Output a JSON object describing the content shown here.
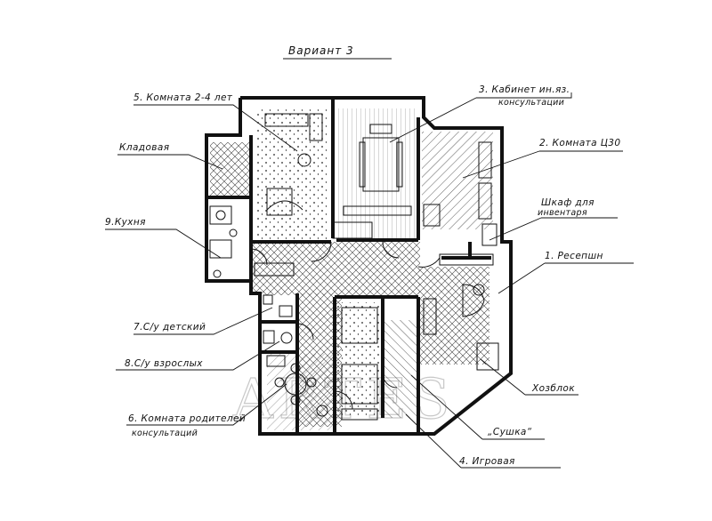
{
  "title": "Вариант 3",
  "watermark": "ARTES",
  "labels": {
    "room5": "5. Комната 2-4 лет",
    "room3_line1": "3. Кабинет ин.яз.",
    "room3_line2": "консультации",
    "storage": "Кладовая",
    "room2": "2. Комната Ц30",
    "cabinet_line1": "Шкаф для",
    "cabinet_line2": "инвентаря",
    "kitchen": "9.Кухня",
    "reception": "1. Ресепшн",
    "wc_children": "7.С/у детский",
    "wc_adults": "8.С/у взрослых",
    "utility": "Хозблок",
    "room6_line1": "6. Комната родителей",
    "room6_line2": "консультаций",
    "sushka": "„Сушка“",
    "playroom": "4. Игровая"
  },
  "colors": {
    "line": "#111111",
    "hatch": "#333333",
    "watermark": "#c8c8c8"
  }
}
